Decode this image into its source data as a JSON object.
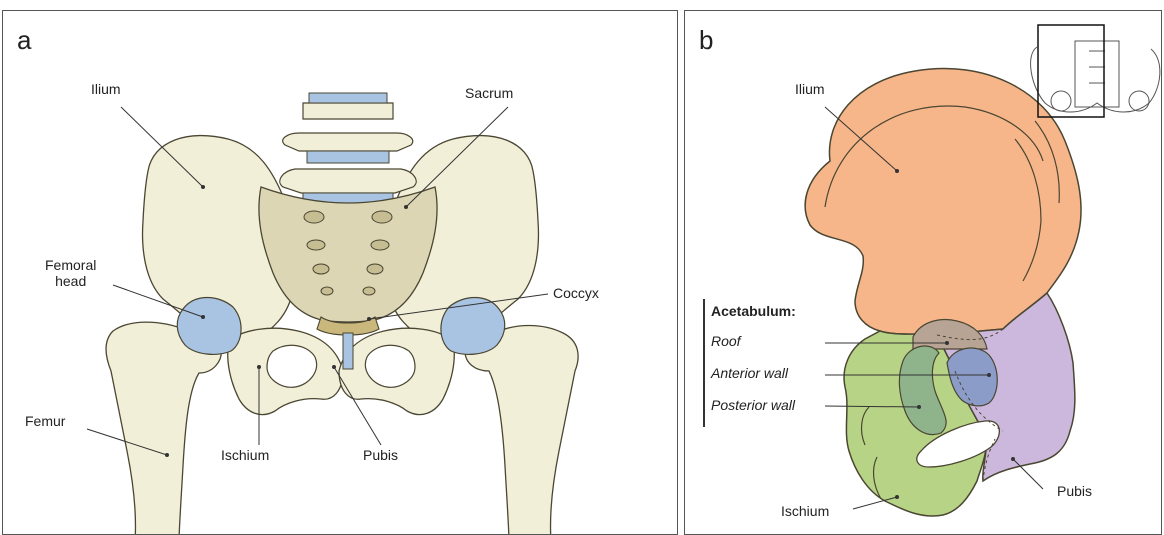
{
  "panel_a": {
    "letter": "a",
    "labels": {
      "ilium": "Ilium",
      "sacrum": "Sacrum",
      "femoral_head_line1": "Femoral",
      "femoral_head_line2": "head",
      "coccyx": "Coccyx",
      "femur": "Femur",
      "ischium": "Ischium",
      "pubis": "Pubis"
    }
  },
  "panel_b": {
    "letter": "b",
    "labels": {
      "ilium": "Ilium",
      "ischium": "Ischium",
      "pubis": "Pubis"
    },
    "acetabulum": {
      "title": "Acetabulum:",
      "items": [
        "Roof",
        "Anterior wall",
        "Posterior wall"
      ]
    }
  },
  "colors": {
    "bone": "#f2efd9",
    "bone_outline": "#4a4632",
    "sacrum": "#ddd6b5",
    "cartilage": "#a9c4e2",
    "ilium_b": "#f6b68a",
    "ischium_b": "#b7d486",
    "pubis_b": "#cdb8dd",
    "roof": "#b8a494",
    "anterior_wall": "#8c9cc8",
    "posterior_wall": "#8fb48c"
  }
}
